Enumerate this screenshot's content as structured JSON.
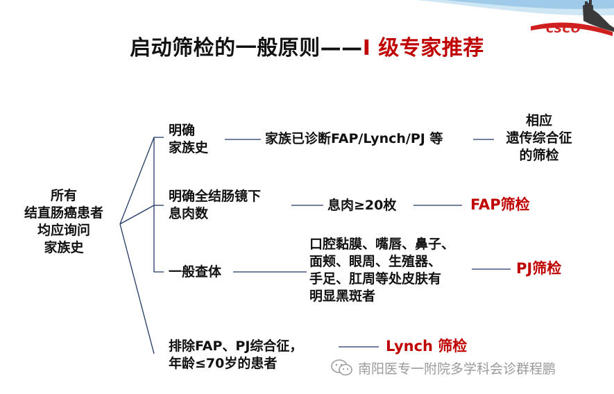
{
  "title": {
    "main": "启动筛检的一般原则——",
    "highlight": "I 级专家推荐"
  },
  "logo": {
    "text": "CSCO",
    "icon": "great-wall-icon"
  },
  "root": {
    "lines": [
      "所有",
      "结直肠癌患者",
      "均应询问",
      "家族史"
    ]
  },
  "branches": [
    {
      "condition": [
        "明确",
        "家族史"
      ],
      "criteria": [
        "家族已诊断FAP/Lynch/PJ 等"
      ],
      "result": [
        "相应",
        "遗传综合征",
        "的筛检"
      ]
    },
    {
      "condition": [
        "明确全结肠镜下",
        "息肉数"
      ],
      "criteria": [
        "息肉≥20枚"
      ],
      "result": [
        "FAP筛检"
      ]
    },
    {
      "condition": [
        "一般查体"
      ],
      "criteria": [
        "口腔黏膜、嘴唇、鼻子、",
        "面颊、眼周、生殖器、",
        "手足、肛周等处皮肤有",
        "明显黑斑者"
      ],
      "result": [
        "PJ筛检"
      ]
    },
    {
      "condition": [
        "排除FAP、PJ综合征，",
        "年龄≤70岁的患者"
      ],
      "criteria": [],
      "result": [
        "Lynch 筛检"
      ]
    }
  ],
  "watermark": {
    "icon": "wechat-icon",
    "text": "南阳医专一附院多学科会诊群程鹏"
  },
  "colors": {
    "highlight": "#c00000",
    "line": "#1f3864",
    "text": "#111111"
  }
}
